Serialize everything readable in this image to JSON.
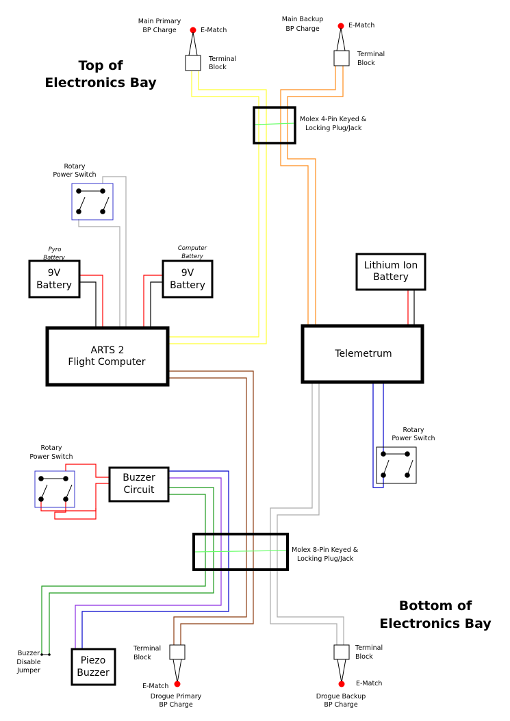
{
  "headings": {
    "top": [
      "Top of",
      "Electronics Bay"
    ],
    "bottom": [
      "Bottom of",
      "Electronics Bay"
    ]
  },
  "charges": {
    "main_primary": [
      "Main Primary",
      "BP Charge"
    ],
    "main_backup": [
      "Main Backup",
      "BP Charge"
    ],
    "drogue_primary": [
      "Drogue Primary",
      "BP Charge"
    ],
    "drogue_backup": [
      "Drogue Backup",
      "BP Charge"
    ]
  },
  "ematch": "E-Match",
  "terminal_block": [
    "Terminal",
    "Block"
  ],
  "molex4": [
    "Molex 4-Pin Keyed &",
    "Locking Plug/Jack"
  ],
  "molex8": [
    "Molex 8-Pin Keyed &",
    "Locking Plug/Jack"
  ],
  "rotary_switch": [
    "Rotary",
    "Power Switch"
  ],
  "pyro_battery": [
    "Pyro",
    "Battery"
  ],
  "computer_battery": [
    "Computer",
    "Battery"
  ],
  "battery_9v": [
    "9V",
    "Battery"
  ],
  "lithium_battery": [
    "Lithium Ion",
    "Battery"
  ],
  "arts2": [
    "ARTS 2",
    "Flight Computer"
  ],
  "telemetrum": "Telemetrum",
  "buzzer_circuit": [
    "Buzzer",
    "Circuit"
  ],
  "piezo_buzzer": [
    "Piezo",
    "Buzzer"
  ],
  "buzzer_jumper": [
    "Buzzer",
    "Disable",
    "Jumper"
  ],
  "colors": {
    "yellow": "#ffff33",
    "orange": "#ff8c1a",
    "gray": "#aaaaaa",
    "red": "#ff0000",
    "black": "#000000",
    "blue": "#0000cc",
    "brown": "#8b3a0f",
    "green": "#1a9a1a",
    "purple": "#8a2be2",
    "molex_line": "#66ff66"
  }
}
